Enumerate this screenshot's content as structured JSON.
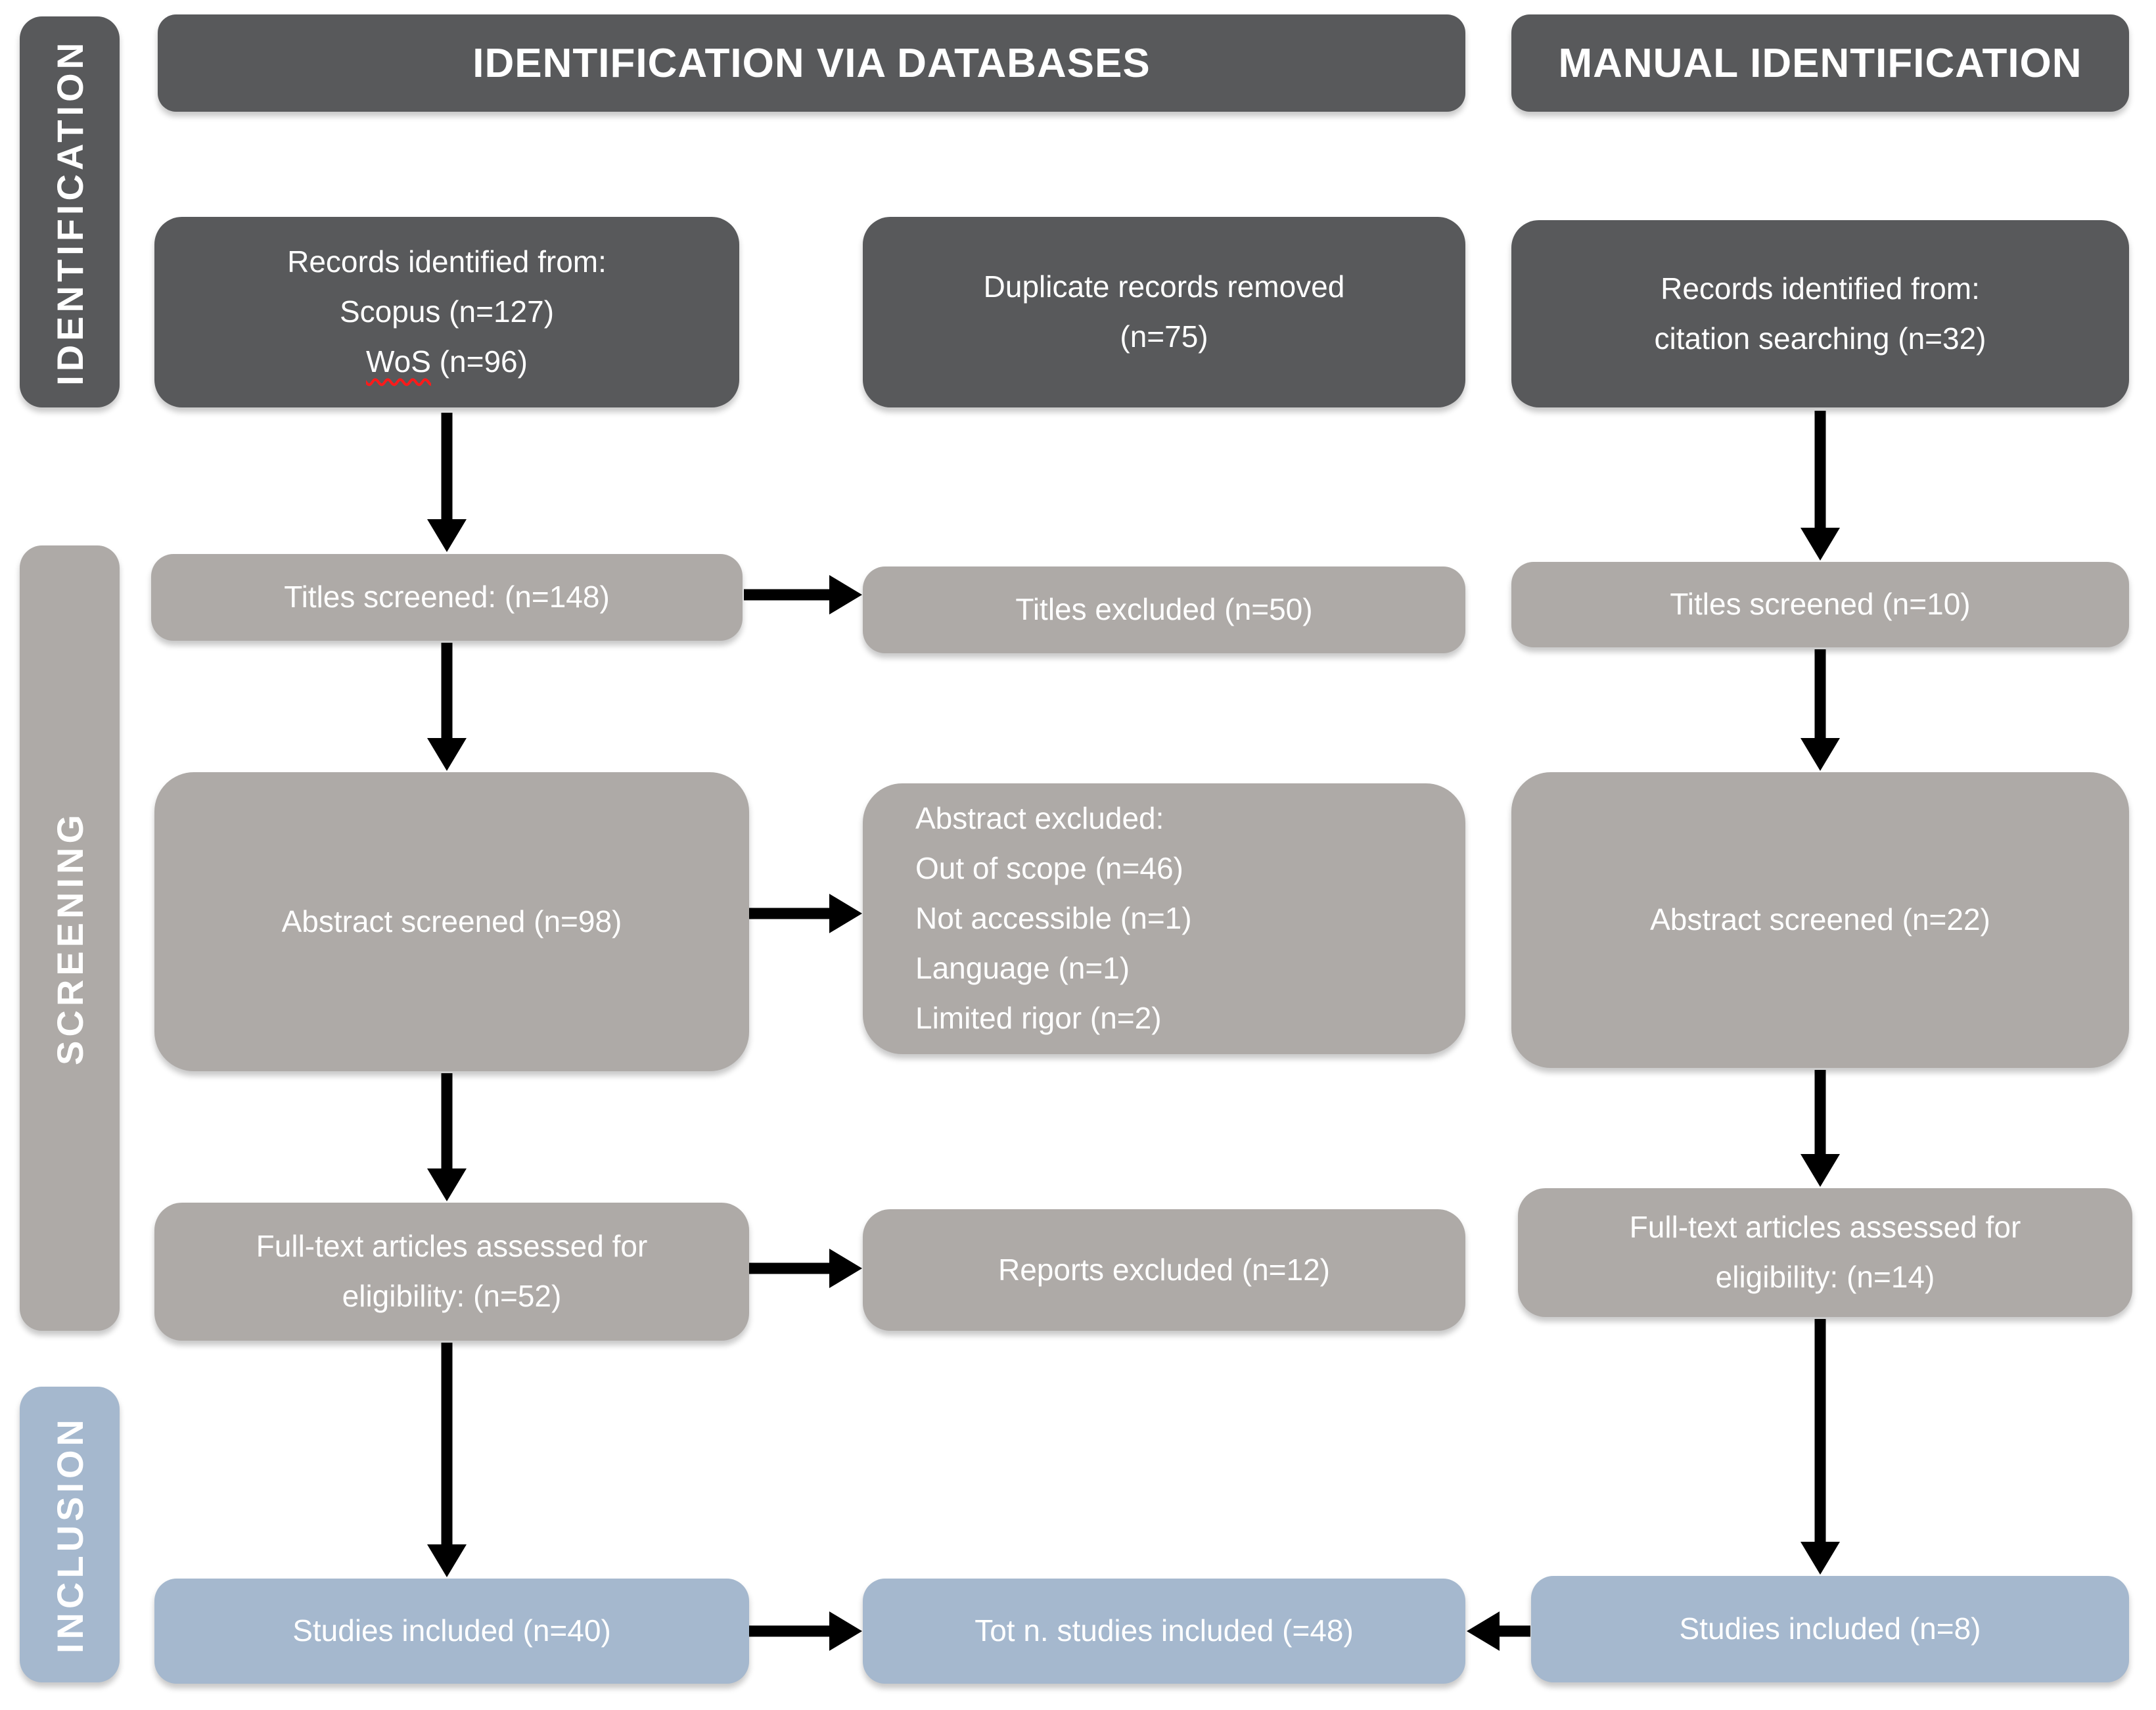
{
  "sidebar": {
    "identification": "IDENTIFICATION",
    "screening": "SCREENING",
    "inclusion": "INCLUSION"
  },
  "headers": {
    "databases": "IDENTIFICATION VIA DATABASES",
    "manual": "MANUAL IDENTIFICATION"
  },
  "colors": {
    "dark_box": "#58595b",
    "gray_box": "#aeaaa7",
    "blue_box": "#a5b8ce",
    "arrow": "#000000",
    "box_text": "#ffffff",
    "background": "#ffffff",
    "spellcheck_underline": "#ff1a1a"
  },
  "boxes": {
    "records_db": {
      "line1": "Records identified from:",
      "line2": "Scopus (n=127)",
      "wos": "WoS",
      "wos_rest": " (n=96)"
    },
    "duplicates": {
      "line1": "Duplicate records removed",
      "line2": "(n=75)"
    },
    "records_manual": {
      "line1": "Records identified from:",
      "line2": "citation searching (n=32)"
    },
    "titles_db": "Titles screened: (n=148)",
    "titles_excluded": "Titles excluded (n=50)",
    "titles_manual": "Titles screened (n=10)",
    "abstract_db": "Abstract screened (n=98)",
    "abstract_excluded": {
      "line1": "Abstract excluded:",
      "line2": "Out of scope (n=46)",
      "line3": "Not accessible (n=1)",
      "line4": "Language (n=1)",
      "line5": "Limited rigor (n=2)"
    },
    "abstract_manual": "Abstract screened (n=22)",
    "fulltext_db": {
      "line1": "Full-text articles assessed for",
      "line2": "eligibility: (n=52)"
    },
    "reports_excluded": "Reports excluded (n=12)",
    "fulltext_manual": {
      "line1": "Full-text articles assessed for",
      "line2": "eligibility: (n=14)"
    },
    "studies_db": "Studies included (n=40)",
    "total_included": "Tot n. studies included (=48)",
    "studies_manual": "Studies included (n=8)"
  }
}
